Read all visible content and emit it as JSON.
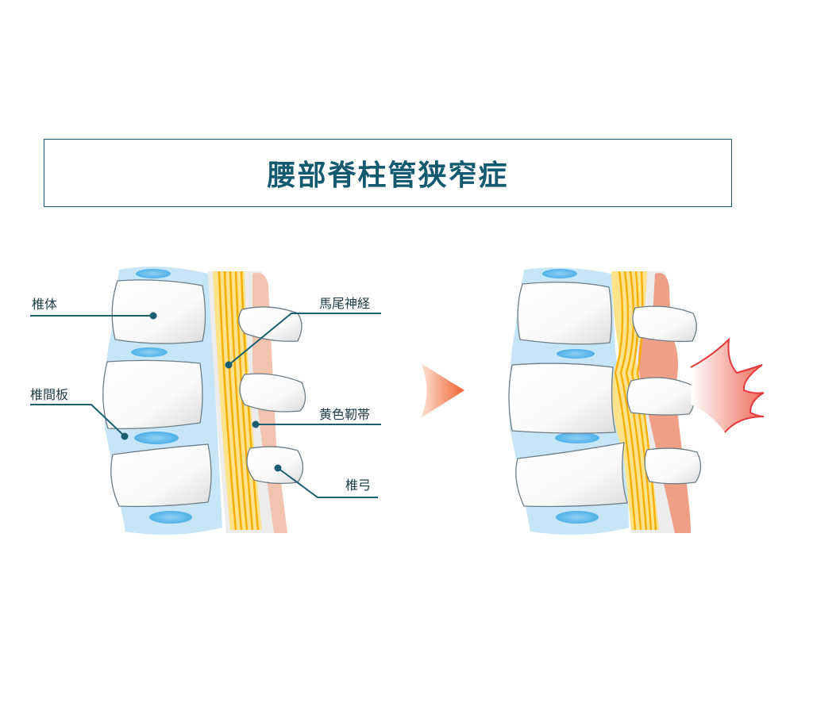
{
  "title": "腰部脊柱管狭窄症",
  "labels": {
    "vertebral_body": "椎体",
    "intervertebral_disc": "椎間板",
    "cauda_equina": "馬尾神経",
    "ligamentum_flavum": "黄色靭帯",
    "vertebral_arch": "椎弓"
  },
  "colors": {
    "title": "#135a70",
    "leader_line": "#1b5d72",
    "disc": "#bfe3f7",
    "nerve": "#f7b500",
    "ligament": "#f2c3ae",
    "pain": "#e5383b"
  }
}
